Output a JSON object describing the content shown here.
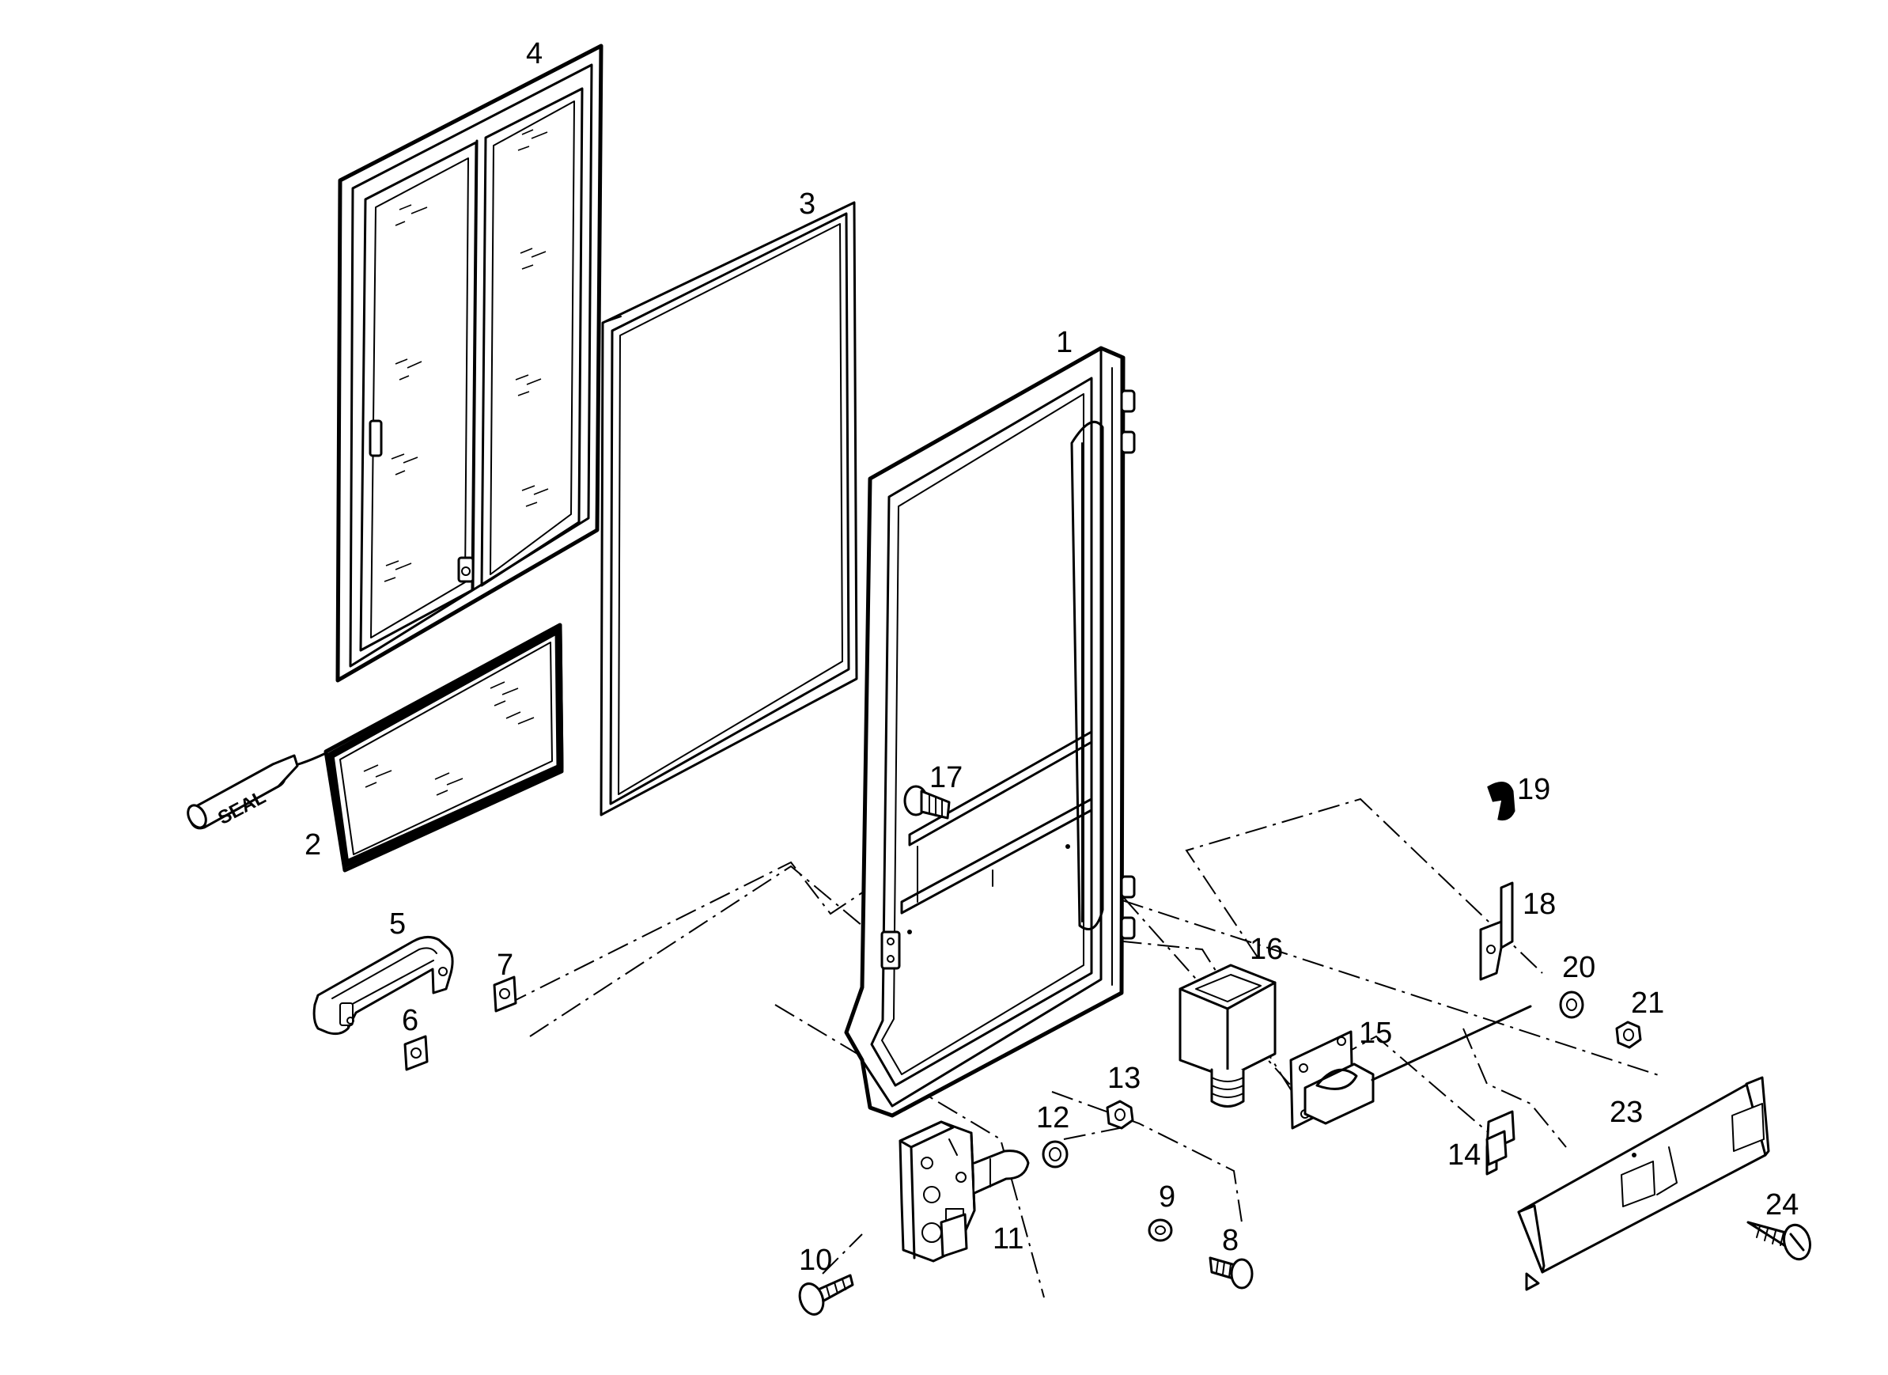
{
  "diagram": {
    "part_labels": {
      "p1": "1",
      "p2": "2",
      "p3": "3",
      "p4": "4",
      "p5": "5",
      "p6": "6",
      "p7": "7",
      "p8": "8",
      "p9": "9",
      "p10": "10",
      "p11": "11",
      "p12": "12",
      "p13": "13",
      "p14": "14",
      "p15": "15",
      "p16": "16",
      "p17": "17",
      "p18": "18",
      "p19": "19",
      "p20": "20",
      "p21": "21",
      "p23": "23",
      "p24": "24"
    },
    "sealant_tube_text": "SEAL"
  }
}
